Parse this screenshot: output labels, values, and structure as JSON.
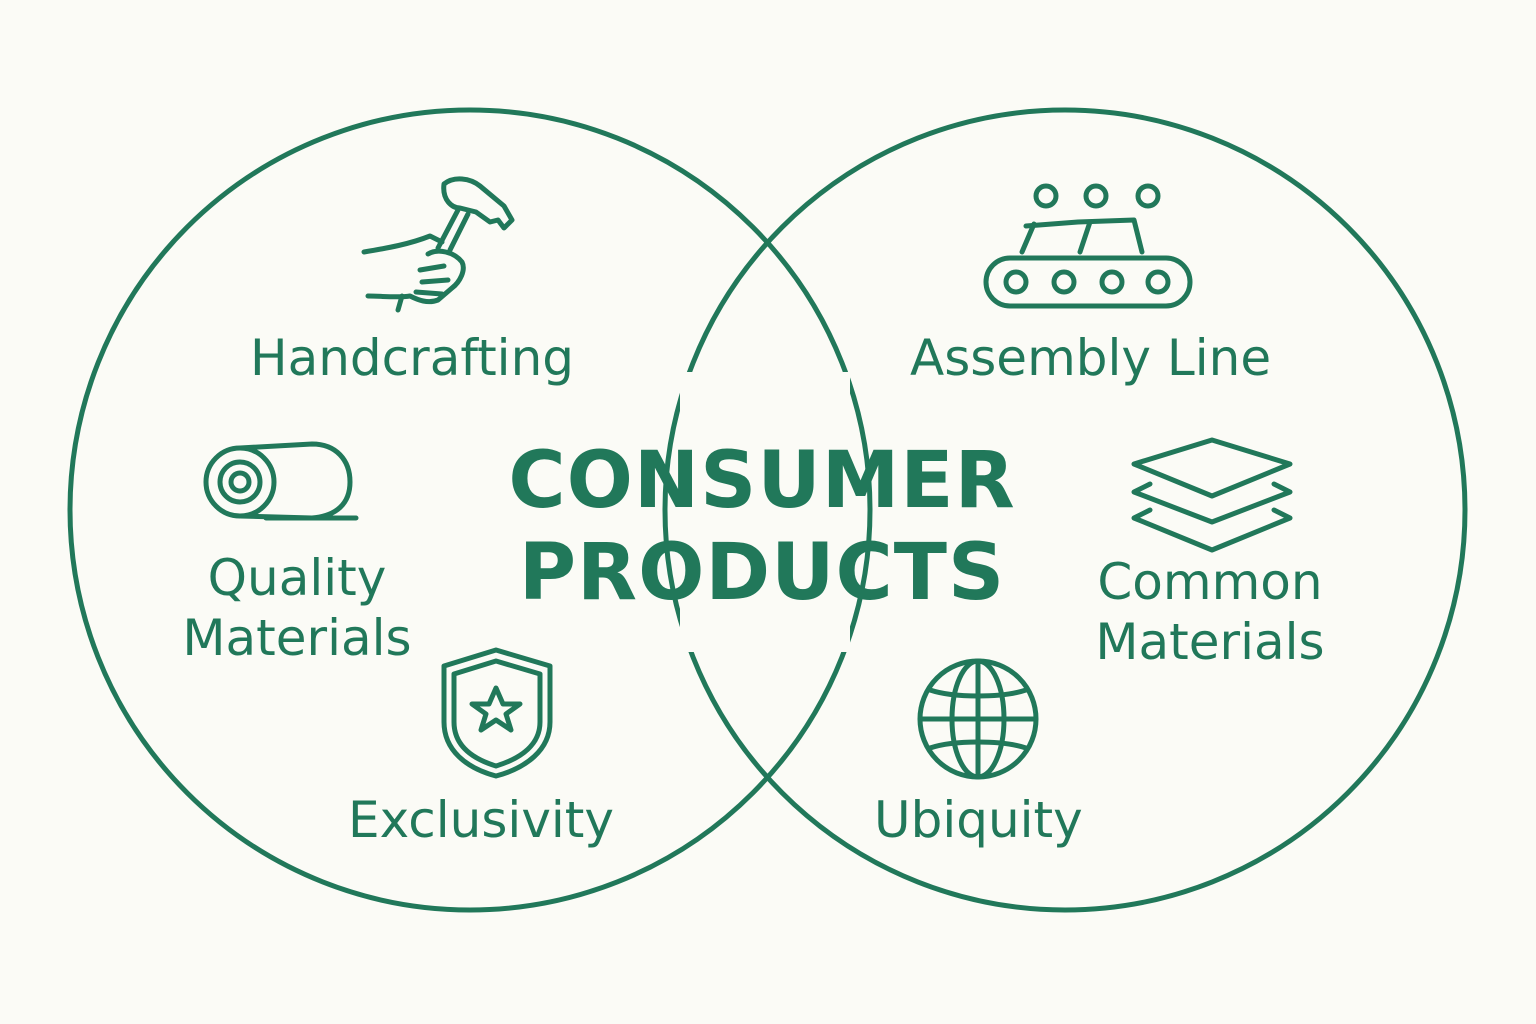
{
  "center_title": {
    "line1": "CONSUMER",
    "line2": "PRODUCTS"
  },
  "left_circle": {
    "items": [
      {
        "label": "Handcrafting",
        "icon": "hand-hammer-icon"
      },
      {
        "label_line1": "Quality",
        "label_line2": "Materials",
        "icon": "fabric-roll-icon"
      },
      {
        "label": "Exclusivity",
        "icon": "shield-star-icon"
      }
    ]
  },
  "right_circle": {
    "items": [
      {
        "label": "Assembly Line",
        "icon": "conveyor-belt-icon"
      },
      {
        "label_line1": "Common",
        "label_line2": "Materials",
        "icon": "stacked-layers-icon"
      },
      {
        "label": "Ubiquity",
        "icon": "globe-icon"
      }
    ]
  },
  "colors": {
    "accent": "#21785a",
    "background": "#fbfbf6"
  }
}
